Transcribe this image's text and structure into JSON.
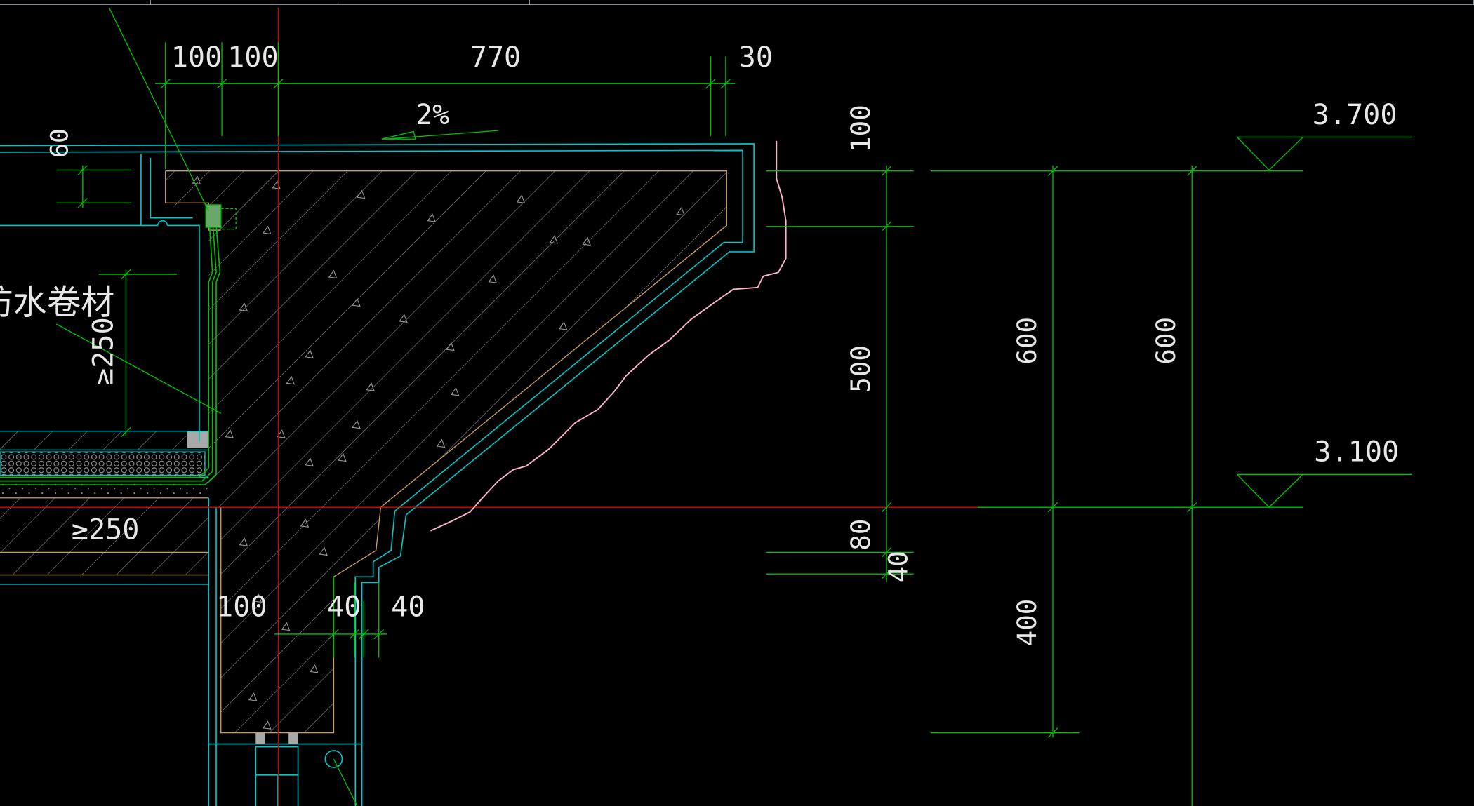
{
  "colors": {
    "background": "#000000",
    "dimension": "#00c000",
    "outline": "#00c8c8",
    "centerline": "#e00000",
    "concrete_edge": "#c8a060",
    "hatch": "#9a9a9a",
    "moulding": "#ffb6c8",
    "text": "#e8e8e8",
    "toolbar_active": "#dfe6ee",
    "toolbar_inactive": "#f4f4f4"
  },
  "toolbar": {
    "segments": [
      "",
      "",
      "",
      ""
    ]
  },
  "dimensions": {
    "top_100_left": "100",
    "top_100_right": "100",
    "top_770": "770",
    "top_30": "30",
    "slope": "2%",
    "left_60": "60",
    "min_250_vertical": "≥250",
    "min_250_horizontal": "≥250",
    "bottom_100": "100",
    "bottom_40_left": "40",
    "bottom_40_right": "40",
    "right_100": "100",
    "right_500": "500",
    "right_80": "80",
    "right_40": "40",
    "total_600_inner": "600",
    "total_600_outer": "600",
    "lower_400": "400"
  },
  "elevations": {
    "upper": "3.700",
    "lower": "3.100"
  },
  "notes": {
    "waterproof_membrane": "防水卷材"
  }
}
